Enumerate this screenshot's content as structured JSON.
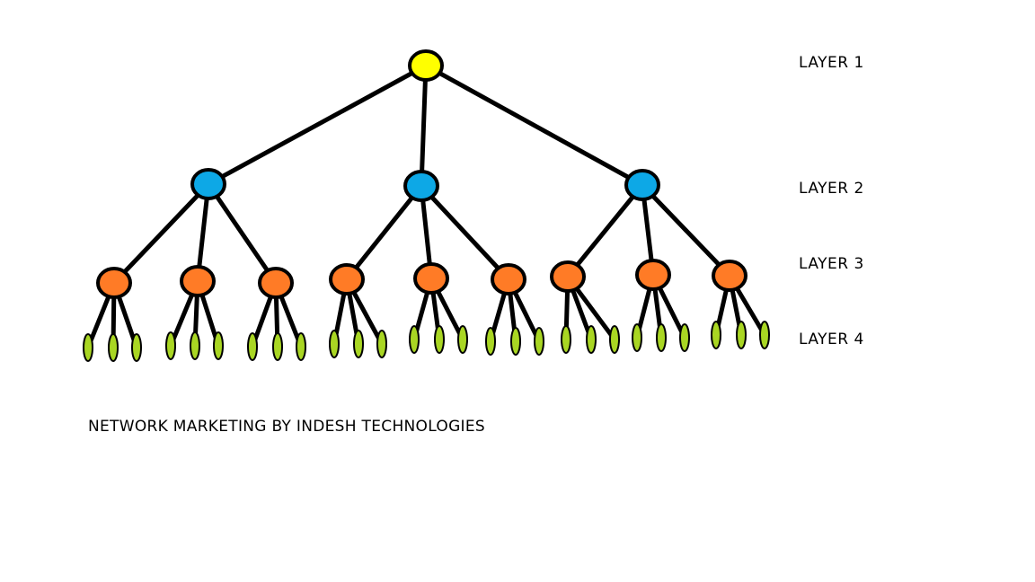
{
  "layers": [
    {
      "label": "LAYER 1"
    },
    {
      "label": "LAYER 2"
    },
    {
      "label": "LAYER 3"
    },
    {
      "label": "LAYER 4"
    }
  ],
  "caption": "NETWORK MARKETING BY INDESH TECHNOLOGIES",
  "tree": {
    "branching": [
      1,
      3,
      3,
      3
    ],
    "colors": {
      "layer1": "#ffff00",
      "layer2": "#0da8e6",
      "layer3": "#ff7b26",
      "layer4": "#a9d623",
      "edge": "#000000"
    }
  }
}
